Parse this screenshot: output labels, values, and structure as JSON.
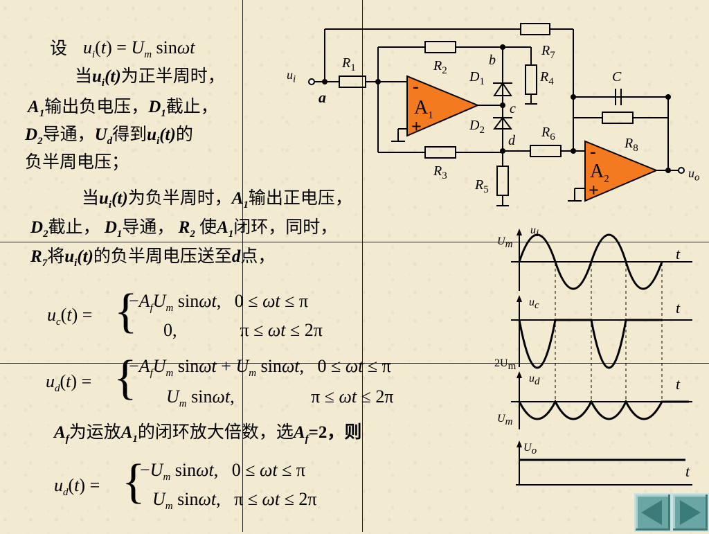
{
  "left_text": {
    "line1_prefix": "设",
    "line2_a": "当",
    "line2_var": "u",
    "line2_sub": "i",
    "line2_t": "(t)",
    "line2_b": "为正半周时，",
    "line3_a": "A",
    "line3_sub": "1",
    "line3_b": "输出负电压，",
    "line3_c": "D",
    "line3_csub": "1",
    "line3_d": "截止，",
    "line4_a": "D",
    "line4_asub": "2",
    "line4_b": "导通，",
    "line4_c": "U",
    "line4_csub": "d",
    "line4_d": "得到",
    "line4_e": "u",
    "line4_esub": "i",
    "line4_f": "(t)",
    "line4_g": "的",
    "line5": "负半周电压；",
    "line6_a": "当",
    "line6_var": "u",
    "line6_sub": "i",
    "line6_t": "(t)",
    "line6_b": "为负半周时，",
    "line6_c": "A",
    "line6_csub": "1",
    "line6_d": "输出正电压，",
    "line7_a": "D",
    "line7_asub": "2",
    "line7_b": "截止，",
    "line7_c": "D",
    "line7_csub": "1",
    "line7_d": "导通，",
    "line7_e": "R",
    "line7_esub": "2",
    "line7_f": "使",
    "line7_g": "A",
    "line7_gsub": "1",
    "line7_h": "闭环，同时，",
    "line8_a": "R",
    "line8_asub": "7",
    "line8_b": "将",
    "line8_c": "u",
    "line8_csub": "i",
    "line8_d": "(t)",
    "line8_e": "的负半周电压送至",
    "line8_f": "d",
    "line8_g": "点，",
    "line9_a": "A",
    "line9_asub": "f",
    "line9_b": "为运放",
    "line9_c": "A",
    "line9_csub": "1",
    "line9_d": "的闭环放大倍数，选",
    "line9_e": "A",
    "line9_esub": "f",
    "line9_f": "=2，则"
  },
  "equations": {
    "eq0": "u_i(t) = U_m sinωt",
    "uc_lhs": "u_c(t) =",
    "uc_row1": "−A_f U_m sinωt,   0 ≤ ωt ≤ π",
    "uc_row2": "0,              π ≤ ωt ≤ 2π",
    "ud_lhs": "u_d(t) =",
    "ud_row1": "−A_f U_m sinωt + U_m sinωt,   0 ≤ ωt ≤ π",
    "ud_row2": "U_m sinωt,                   π ≤ ωt ≤ 2π",
    "ud2_lhs": "u_d(t) =",
    "ud2_row1": "−U_m sinωt,   0 ≤ ωt ≤ π",
    "ud2_row2": "U_m sinωt,   π ≤ ωt ≤ 2π"
  },
  "circuit_labels": {
    "ui": "u",
    "ui_sub": "i",
    "a": "a",
    "b": "b",
    "c": "c",
    "d": "d",
    "R1": "R",
    "R1s": "1",
    "R2": "R",
    "R2s": "2",
    "R3": "R",
    "R3s": "3",
    "R4": "R",
    "R4s": "4",
    "R5": "R",
    "R5s": "5",
    "R6": "R",
    "R6s": "6",
    "R7": "R",
    "R7s": "7",
    "R8": "R",
    "R8s": "8",
    "C": "C",
    "D1": "D",
    "D1s": "1",
    "D2": "D",
    "D2s": "2",
    "A1": "A",
    "A1s": "1",
    "A2": "A",
    "A2s": "2",
    "minus": "-",
    "plus": "+",
    "uo": "u",
    "uo_sub": "o"
  },
  "waveform_labels": {
    "ui": "u",
    "ui_sub": "i",
    "Um1": "U",
    "Um1_sub": "m",
    "uc": "u",
    "uc_sub": "c",
    "twoUm": "2U",
    "twoUm_sub": "m",
    "ud": "u",
    "ud_sub": "d",
    "Um3": "U",
    "Um3_sub": "m",
    "Uo": "U",
    "Uo_sub": "o",
    "t": "t"
  },
  "nav": {
    "prev": "◀",
    "next": "▶"
  },
  "colors": {
    "opamp": "#f47a1f",
    "nav": "#6aa6a4"
  }
}
